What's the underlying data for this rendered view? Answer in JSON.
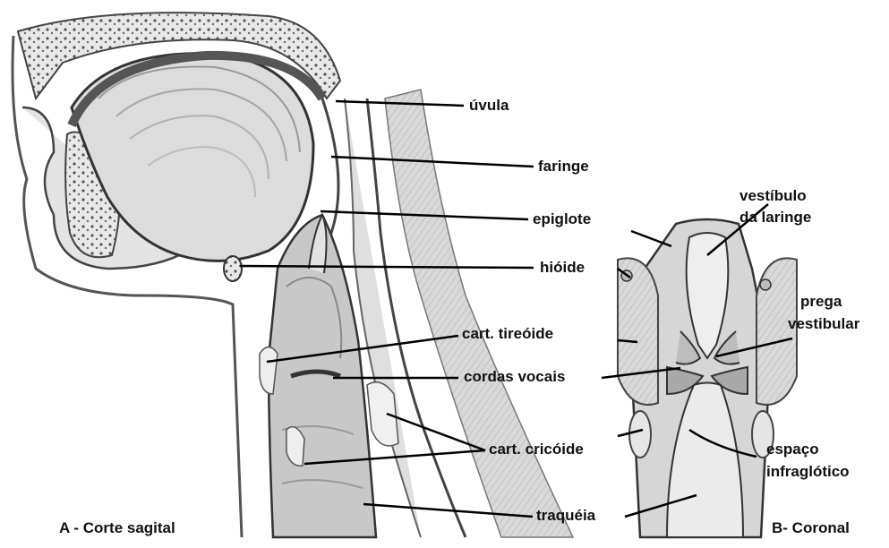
{
  "labels": {
    "uvula": "úvula",
    "faringe": "faringe",
    "epiglote": "epiglote",
    "hioide": "hióide",
    "cart_tireoide": "cart. tireóide",
    "cordas_vocais": "cordas vocais",
    "cart_cricoide": "cart. cricóide",
    "traqueia": "traquéia",
    "vestibulo_line1": "vestíbulo",
    "vestibulo_line2": "da laringe",
    "prega_line1": "prega",
    "prega_line2": "vestibular",
    "espaco_line1": "espaço",
    "espaco_line2": "infraglótico"
  },
  "captions": {
    "panel_a": "A - Corte sagital",
    "panel_b": "B- Coronal"
  }
}
